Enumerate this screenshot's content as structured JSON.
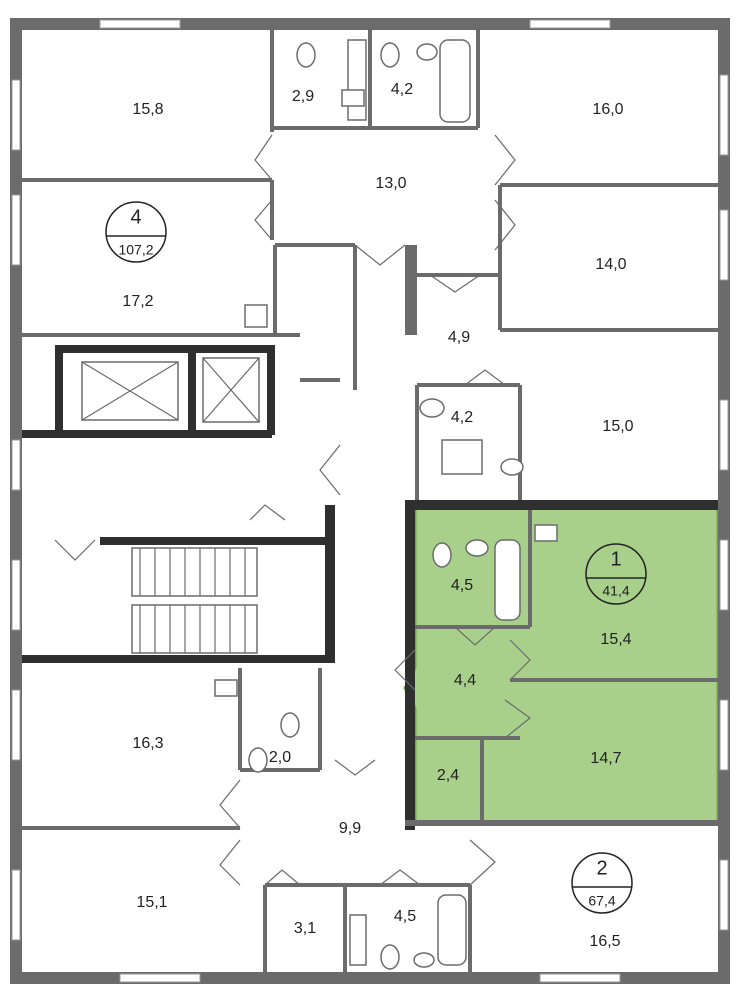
{
  "apartments": [
    {
      "id": "apt-4",
      "number": "4",
      "area": "107,2"
    },
    {
      "id": "apt-1",
      "number": "1",
      "area": "41,4"
    },
    {
      "id": "apt-2",
      "number": "2",
      "area": "67,4"
    }
  ],
  "rooms": [
    {
      "id": "r1",
      "label": "15,8"
    },
    {
      "id": "r2",
      "label": "2,9"
    },
    {
      "id": "r3",
      "label": "4,2"
    },
    {
      "id": "r4",
      "label": "16,0"
    },
    {
      "id": "r5",
      "label": "13,0"
    },
    {
      "id": "r6",
      "label": "14,0"
    },
    {
      "id": "r7",
      "label": "17,2"
    },
    {
      "id": "r8",
      "label": "4,9"
    },
    {
      "id": "r9",
      "label": "4,2"
    },
    {
      "id": "r10",
      "label": "15,0"
    },
    {
      "id": "r11",
      "label": "4,5"
    },
    {
      "id": "r12",
      "label": "15,4"
    },
    {
      "id": "r13",
      "label": "4,4"
    },
    {
      "id": "r14",
      "label": "16,3"
    },
    {
      "id": "r15",
      "label": "2,0"
    },
    {
      "id": "r16",
      "label": "2,4"
    },
    {
      "id": "r17",
      "label": "14,7"
    },
    {
      "id": "r18",
      "label": "9,9"
    },
    {
      "id": "r19",
      "label": "15,1"
    },
    {
      "id": "r20",
      "label": "3,1"
    },
    {
      "id": "r21",
      "label": "4,5"
    },
    {
      "id": "r22",
      "label": "16,5"
    }
  ],
  "colors": {
    "highlight": "#a8d08a",
    "highlight_border": "#6fa84a",
    "wall": "#6b6b6b",
    "wall_dark": "#2f2f2f",
    "floor": "#ffffff"
  }
}
